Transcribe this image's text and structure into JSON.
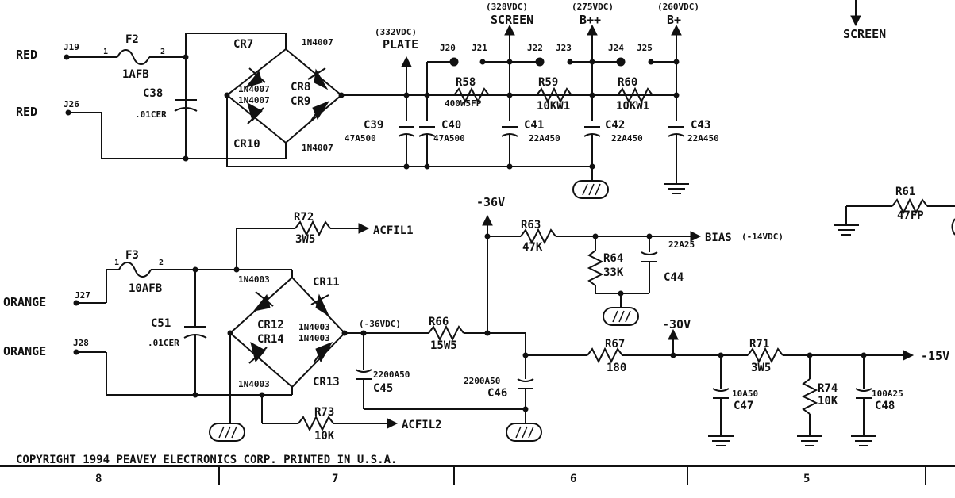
{
  "connectors": [
    {
      "ref": "J19",
      "wire": "RED"
    },
    {
      "ref": "J26",
      "wire": "RED"
    },
    {
      "ref": "J27",
      "wire": "ORANGE"
    },
    {
      "ref": "J28",
      "wire": "ORANGE"
    }
  ],
  "jumpers": [
    "J20",
    "J21",
    "J22",
    "J23",
    "J24",
    "J25"
  ],
  "fuses": [
    {
      "ref": "F2",
      "value": "1AFB"
    },
    {
      "ref": "F3",
      "value": "10AFB"
    }
  ],
  "diodes": {
    "upper_bridge": [
      "CR7",
      "CR8",
      "CR9",
      "CR10"
    ],
    "upper_part": "1N4007",
    "lower_bridge": [
      "CR11",
      "CR12",
      "CR13",
      "CR14"
    ],
    "lower_part": "1N4003"
  },
  "resistors": [
    {
      "ref": "R58",
      "value": "400W5FP"
    },
    {
      "ref": "R59",
      "value": "10KW1"
    },
    {
      "ref": "R60",
      "value": "10KW1"
    },
    {
      "ref": "R61",
      "value": "47FP"
    },
    {
      "ref": "R63",
      "value": "47K"
    },
    {
      "ref": "R64",
      "value": "33K"
    },
    {
      "ref": "R66",
      "value": "15W5"
    },
    {
      "ref": "R67",
      "value": "180"
    },
    {
      "ref": "R71",
      "value": "3W5"
    },
    {
      "ref": "R72",
      "value": "3W5"
    },
    {
      "ref": "R73",
      "value": "10K"
    },
    {
      "ref": "R74",
      "value": "10K"
    }
  ],
  "capacitors": [
    {
      "ref": "C38",
      "value": ".01CER"
    },
    {
      "ref": "C39",
      "value": "47A500"
    },
    {
      "ref": "C40",
      "value": "47A500"
    },
    {
      "ref": "C41",
      "value": "22A450"
    },
    {
      "ref": "C42",
      "value": "22A450"
    },
    {
      "ref": "C43",
      "value": "22A450"
    },
    {
      "ref": "C44",
      "value": "22A25"
    },
    {
      "ref": "C45",
      "value": "2200A50"
    },
    {
      "ref": "C46",
      "value": "2200A50"
    },
    {
      "ref": "C47",
      "value": "10A50"
    },
    {
      "ref": "C48",
      "value": "100A25"
    },
    {
      "ref": "C51",
      "value": ".01CER"
    }
  ],
  "rails": {
    "plate": {
      "name": "PLATE",
      "voltage": "(332VDC)"
    },
    "screen": {
      "name": "SCREEN",
      "voltage": "(328VDC)"
    },
    "bpp": {
      "name": "B++",
      "voltage": "(275VDC)"
    },
    "bp": {
      "name": "B+",
      "voltage": "(260VDC)"
    },
    "screen_right": "SCREEN",
    "neg36": "-36V",
    "neg36_note": "(-36VDC)",
    "neg30": "-30V",
    "neg15": "-15V",
    "bias": "BIAS",
    "bias_note": "(-14VDC)",
    "acfil1": "ACFIL1",
    "acfil2": "ACFIL2"
  },
  "pin_labels": {
    "one": "1",
    "two": "2"
  },
  "copyright": "COPYRIGHT 1994 PEAVEY ELECTRONICS CORP. PRINTED IN U.S.A.",
  "zones": [
    "8",
    "7",
    "6",
    "5"
  ]
}
